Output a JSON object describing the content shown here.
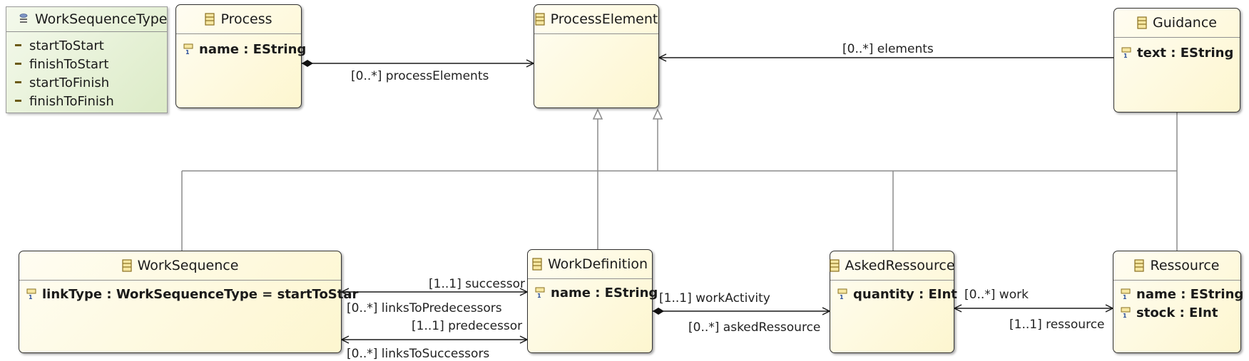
{
  "classes": {
    "work_sequence_type": {
      "name": "WorkSequenceType",
      "literals": [
        "startToStart",
        "finishToStart",
        "startToFinish",
        "finishToFinish"
      ]
    },
    "process": {
      "name": "Process",
      "attributes": [
        "name : EString"
      ]
    },
    "process_element": {
      "name": "ProcessElement"
    },
    "guidance": {
      "name": "Guidance",
      "attributes": [
        "text : EString"
      ]
    },
    "work_sequence": {
      "name": "WorkSequence",
      "attributes": [
        "linkType : WorkSequenceType = startToStar"
      ]
    },
    "work_definition": {
      "name": "WorkDefinition",
      "attributes": [
        "name : EString"
      ]
    },
    "asked_ressource": {
      "name": "AskedRessource",
      "attributes": [
        "quantity : EInt"
      ]
    },
    "ressource": {
      "name": "Ressource",
      "attributes": [
        "name : EString",
        "stock : EInt"
      ]
    }
  },
  "labels": {
    "process_elements": "[0..*] processElements",
    "elements": "[0..*] elements",
    "successor": "[1..1] successor",
    "links_to_predecessors": "[0..*] linksToPredecessors",
    "predecessor": "[1..1] predecessor",
    "links_to_successors": "[0..*] linksToSuccessors",
    "work_activity": "[1..1] workActivity",
    "asked_ressource": "[0..*] askedRessource",
    "work": "[0..*] work",
    "ressource": "[1..1] ressource"
  },
  "colors": {
    "class_fill": "#fdf6cf",
    "enum_fill": "#dcebc7",
    "border": "#303030",
    "inheritance_line": "#8c8c8c",
    "reference_line": "#1a1a1a"
  },
  "icons": {
    "class": "eclass-icon",
    "enum": "eenum-icon",
    "attribute": "eattribute-icon",
    "literal": "enum-literal-icon"
  }
}
